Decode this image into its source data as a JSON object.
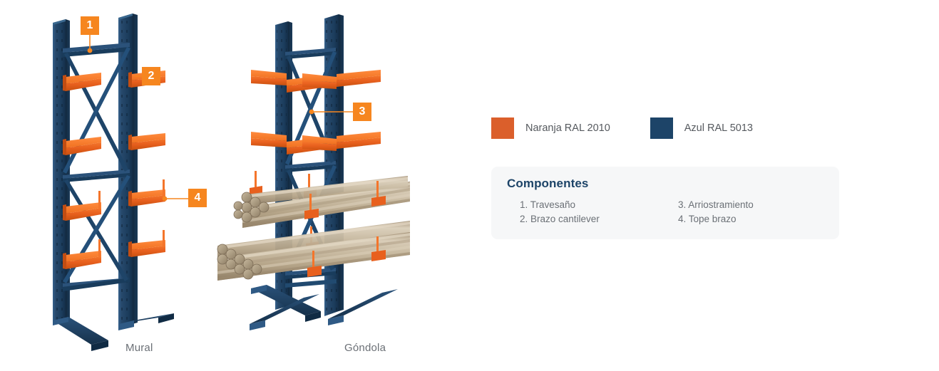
{
  "illustration": {
    "captions": [
      {
        "id": "mural",
        "label": "Mural"
      },
      {
        "id": "gondola",
        "label": "Góndola"
      }
    ],
    "callouts": [
      {
        "id": "callout-1",
        "number": "1",
        "target": "travesano"
      },
      {
        "id": "callout-2",
        "number": "2",
        "target": "brazo-cantilever"
      },
      {
        "id": "callout-3",
        "number": "3",
        "target": "arriostramiento"
      },
      {
        "id": "callout-4",
        "number": "4",
        "target": "tope-brazo"
      }
    ],
    "badge_color": "#F6861F",
    "leader_color": "#F6861F"
  },
  "legend": {
    "items": [
      {
        "id": "naranja",
        "label": "Naranja RAL 2010",
        "color": "#DB5F2B"
      },
      {
        "id": "azul",
        "label": "Azul RAL 5013",
        "color": "#1D4468"
      }
    ]
  },
  "components": {
    "title": "Componentes",
    "left_column": [
      "1. Travesaño",
      "2. Brazo cantilever"
    ],
    "right_column": [
      "3. Arriostramiento",
      "4. Tope brazo"
    ]
  },
  "palette": {
    "steel_blue": "#1D4468",
    "steel_blue_dark": "#15304a",
    "steel_blue_light": "#2b5680",
    "orange": "#E8601E",
    "orange_light": "#F4752B",
    "orange_dark": "#C24D12",
    "pipe": "#bfae95",
    "pipe_light": "#d8cbb5",
    "pipe_dark": "#9c8a70",
    "card_bg": "#f6f7f8",
    "text_gray": "#6b7076",
    "title_blue": "#1d4468"
  }
}
